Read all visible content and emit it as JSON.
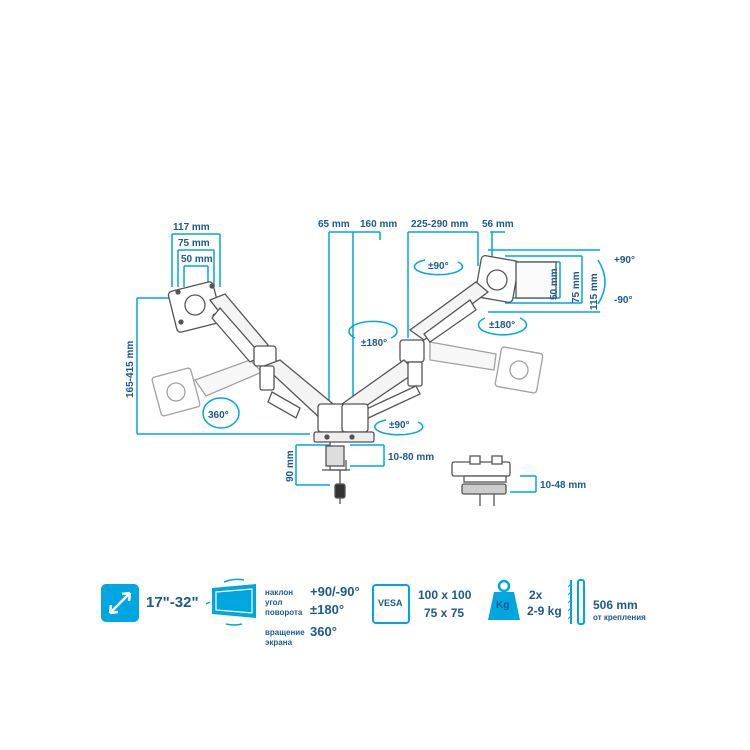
{
  "dimensions": {
    "d117": "117 mm",
    "d75a": "75 mm",
    "d50a": "50 mm",
    "d65": "65 mm",
    "d160": "160 mm",
    "d225": "225-290 mm",
    "d56": "56 mm",
    "d50b": "50 mm",
    "d75b": "75 mm",
    "d115": "115 mm",
    "d165": "165-415 mm",
    "d90": "90 mm",
    "d1080": "10-80 mm",
    "d1048": "10-48 mm"
  },
  "rotations": {
    "tilt_up": "+90°",
    "tilt_down": "-90°",
    "swivel_right": "±90°",
    "swivel_mid": "±90°",
    "rot_mid": "±180°",
    "rot_right": "±180°",
    "rot_left": "360°"
  },
  "specs": {
    "screen_size": "17\"-32\"",
    "tilt_label": "наклон",
    "swivel_label_1": "угол",
    "swivel_label_2": "поворота",
    "rotate_label_1": "вращение",
    "rotate_label_2": "экрана",
    "tilt_value": "+90/-90°",
    "swivel_value": "±180°",
    "rotate_value": "360°",
    "vesa_badge": "VESA",
    "vesa_1": "100 x 100",
    "vesa_2": "75 x 75",
    "kg_badge": "Kg",
    "load_1": "2x",
    "load_2": "2-9 kg",
    "height_value": "506 mm",
    "height_note": "от крепления"
  }
}
